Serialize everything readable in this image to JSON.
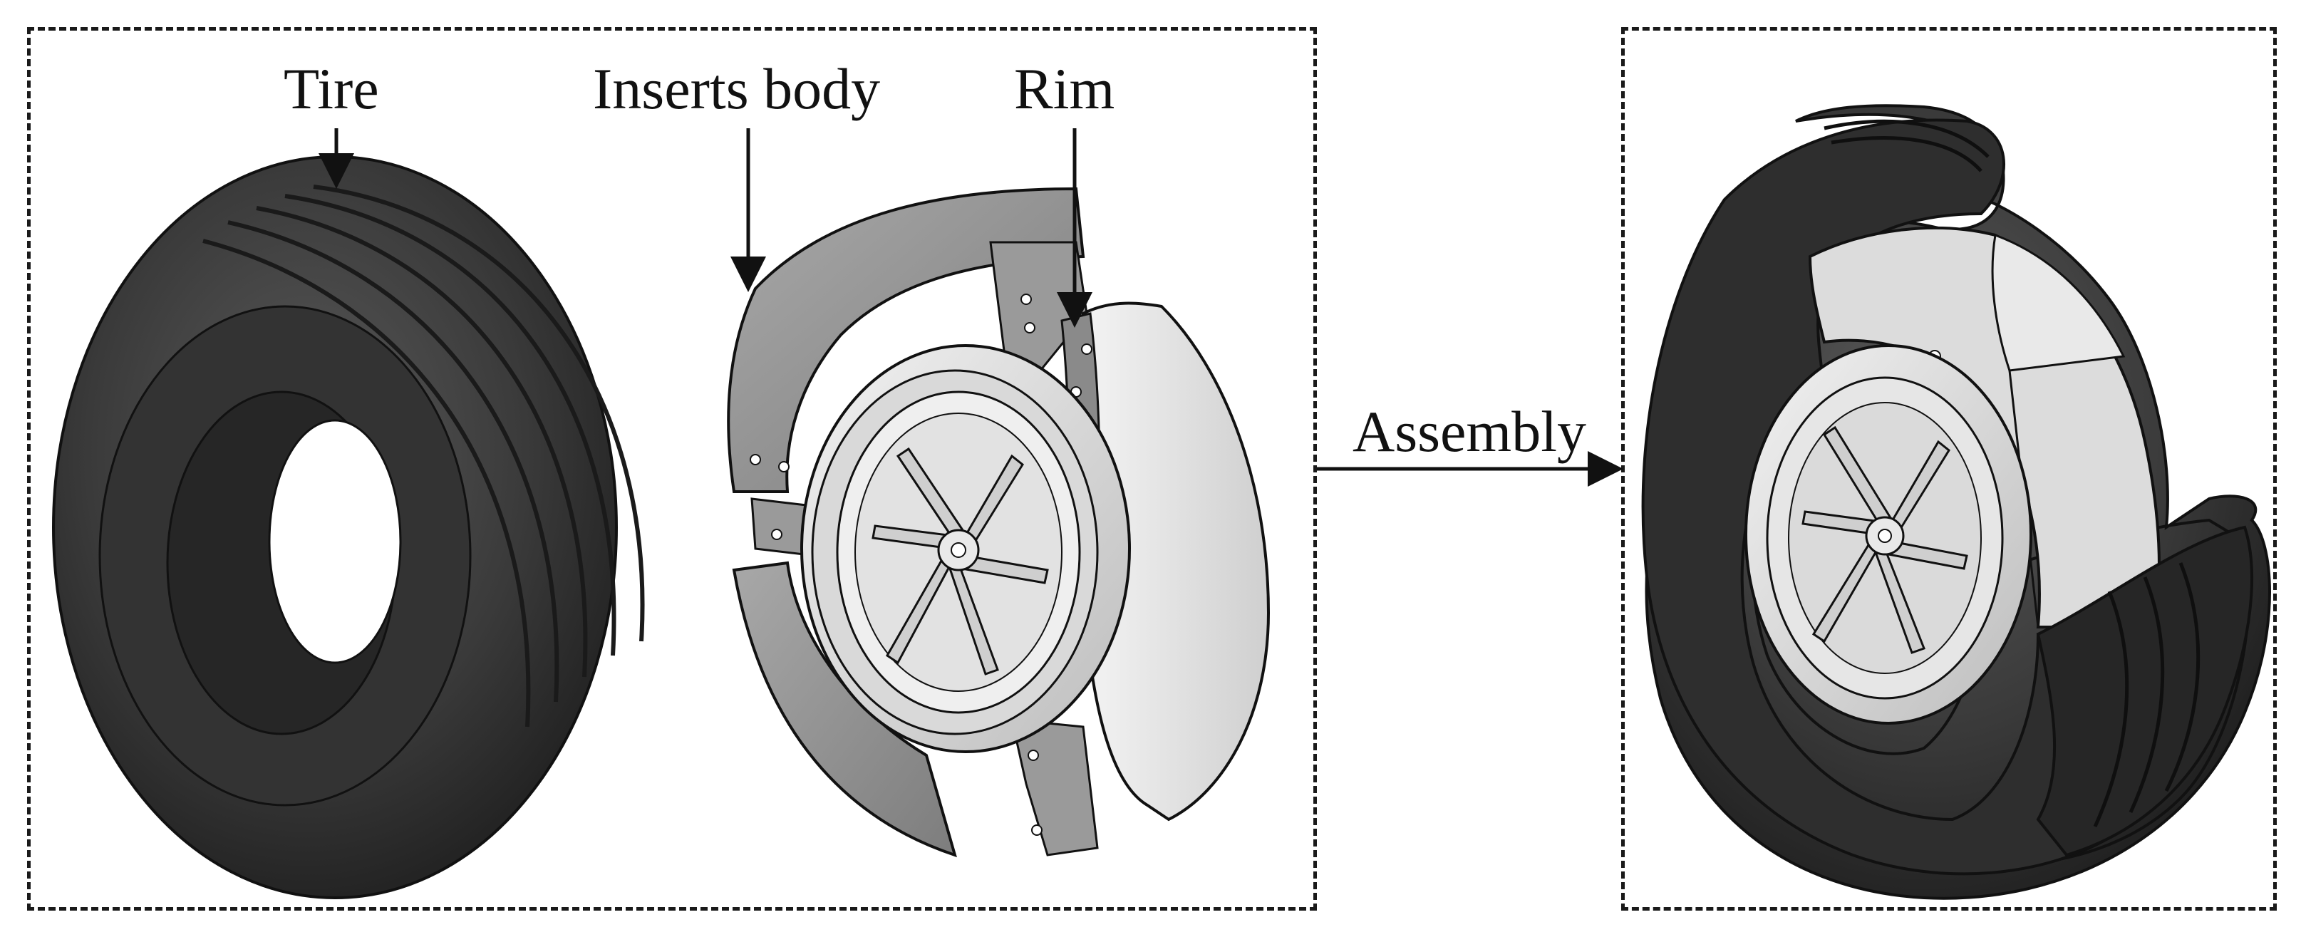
{
  "labels": {
    "tire": "Tire",
    "inserts_body": "Inserts body",
    "rim": "Rim",
    "assembly": "Assembly"
  },
  "colors": {
    "tire_dark": "#2b2b2b",
    "tire_mid": "#4a4a4a",
    "insert_grey": "#8e8e8e",
    "insert_light": "#d6d6d6",
    "rim_light": "#e4e4e4",
    "line": "#111111"
  }
}
